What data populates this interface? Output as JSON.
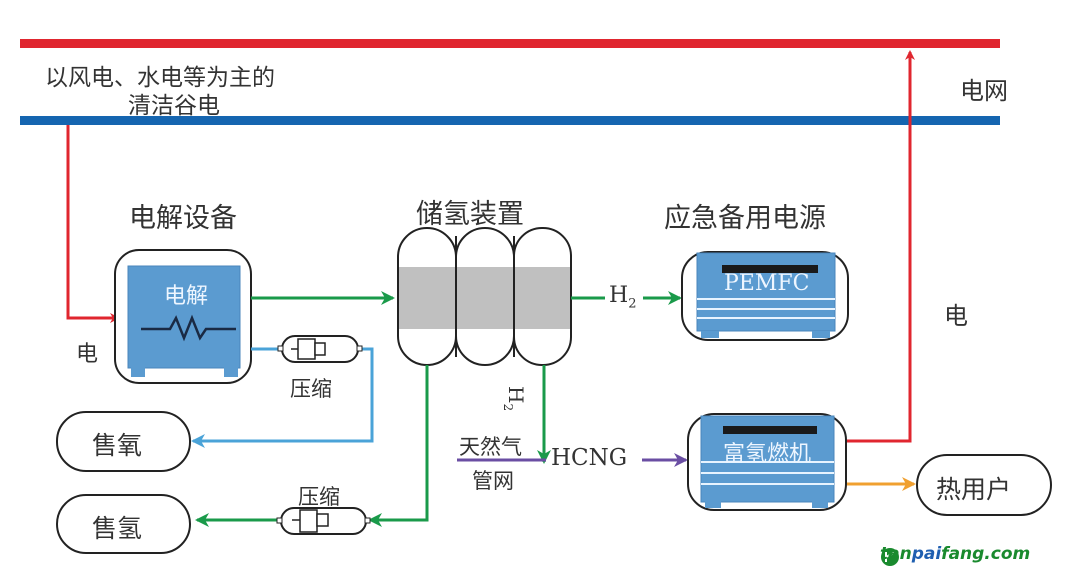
{
  "grid": {
    "source_label_line1": "以风电、水电等为主的",
    "source_label_line2": "清洁谷电",
    "grid_label": "电网",
    "power_in_label": "电",
    "power_out_label": "电"
  },
  "electrolyzer": {
    "title": "电解设备",
    "inner_label": "电解"
  },
  "storage": {
    "title": "储氢装置"
  },
  "backup_power": {
    "title": "应急备用电源",
    "inner_label": "PEMFC",
    "flow_label": "H",
    "flow_sub": "2"
  },
  "compressor_top": {
    "label": "压缩"
  },
  "compressor_bottom": {
    "label": "压缩"
  },
  "sell_oxygen": {
    "label": "售氧"
  },
  "sell_hydrogen": {
    "label": "售氢"
  },
  "gas_network": {
    "label_line1": "天然气",
    "label_line2": "管网",
    "h2_label": "H",
    "h2_sub": "2",
    "blend_label": "HCNG"
  },
  "turbine": {
    "inner_label": "富氢燃机"
  },
  "heat_user": {
    "label": "热用户"
  },
  "watermark": {
    "text_a": "tan",
    "text_b": "pai",
    "text_c": "fang.com"
  },
  "colors": {
    "grid_red": "#e0262f",
    "grid_blue": "#1565b0",
    "hydrogen_green": "#1a9a4a",
    "oxygen_blue": "#4aa3d8",
    "hcng_purple": "#6a4ea3",
    "heat_orange": "#f0a030",
    "device_blue": "#5b9bd0"
  }
}
